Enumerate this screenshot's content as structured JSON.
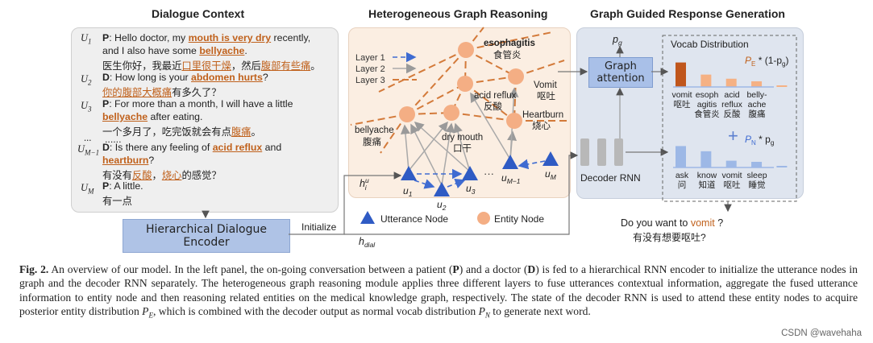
{
  "titles": {
    "dialogue": "Dialogue Context",
    "graph": "Heterogeneous Graph Reasoning",
    "generation": "Graph Guided Response Generation"
  },
  "dialogue": {
    "u1": {
      "label": "U",
      "sub": "1",
      "speaker": "P",
      "l1a": ": Hello doctor, my ",
      "l1e": "mouth is very dry",
      "l1b": " recently,",
      "l2a": "and I also have some ",
      "l2e": "bellyache",
      "l2b": ".",
      "l3a": "医生你好，我最近",
      "l3e1": "口里很干燥",
      "l3b": "，然后",
      "l3e2": "腹部有些痛",
      "l3c": "。"
    },
    "u2": {
      "label": "U",
      "sub": "2",
      "speaker": "D",
      "l1a": ": How long is your ",
      "l1e": "abdomen hurts",
      "l1b": "?",
      "l2e": "你的腹部大概痛",
      "l2b": "有多久了？"
    },
    "u3": {
      "label": "U",
      "sub": "3",
      "speaker": "P",
      "l1a": ": For more than a month, I will have a little",
      "l2e": "bellyache",
      "l2b": " after eating.",
      "l3a": "一个多月了，吃完饭就会有点",
      "l3e": "腹痛",
      "l3b": "。"
    },
    "ellipsis": "...",
    "ellipsis_cn": "......",
    "um1": {
      "label": "U",
      "sub": "M−1",
      "speaker": "D",
      "l1a": ": Is there any feeling of ",
      "l1e": "acid reflux",
      "l1b": " and",
      "l2e": "heartburn",
      "l2b": "?",
      "l3a": "有没有",
      "l3e1": "反酸",
      "l3b": "，",
      "l3e2": "烧心",
      "l3c": "的感觉？"
    },
    "um": {
      "label": "U",
      "sub": "M",
      "speaker": "P",
      "l1a": ": A little.",
      "l2a": "有一点"
    }
  },
  "encoder_label": "Hierarchical Dialogue Encoder",
  "initialize_label": "Initialize",
  "h_dial": {
    "h": "h",
    "sub": "dial"
  },
  "h_i_u": {
    "h": "h",
    "sup": "u",
    "sub": "i"
  },
  "graph": {
    "legend": [
      "Layer 1",
      "Layer 2",
      "Layer 3"
    ],
    "entities": {
      "esophagitis_en": "esophagitis",
      "esophagitis_cn": "食管炎",
      "acid_reflux_en": "acid reflux",
      "acid_reflux_cn": "反酸",
      "vomit_en": "Vomit",
      "vomit_cn": "呕吐",
      "heartburn_en": "Heartburn",
      "heartburn_cn": "烧心",
      "dry_mouth_en": "dry mouth",
      "dry_mouth_cn": "口干",
      "bellyache_en": "bellyache",
      "bellyache_cn": "腹痛"
    },
    "utterance_nodes": {
      "u1": "u",
      "u1_sub": "1",
      "u2": "u",
      "u2_sub": "2",
      "u3": "u",
      "u3_sub": "3",
      "um1": "u",
      "um1_sub": "M−1",
      "um": "u",
      "um_sub": "M",
      "dots": "···"
    },
    "node_legend": {
      "utterance": "Utterance Node",
      "entity": "Entity Node"
    }
  },
  "generation": {
    "pg": {
      "p": "p",
      "sub": "g"
    },
    "attention_label": "Graph attention",
    "decoder_label": "Decoder RNN",
    "vocab_title": "Vocab Distribution",
    "pe_formula": {
      "p": "P",
      "sub": "E",
      "rest": " * (1-p",
      "sub2": "g",
      "end": ")"
    },
    "pn_formula": {
      "p": "P",
      "sub": "N",
      "rest": " * p",
      "sub2": "g"
    },
    "plus": "+",
    "entity_words": [
      {
        "en": "vomit",
        "cn": "呕吐"
      },
      {
        "en": "esoph\nagitis",
        "cn": "食管炎"
      },
      {
        "en": "acid\nreflux",
        "cn": "反酸"
      },
      {
        "en": "belly-\nache",
        "cn": "腹痛"
      }
    ],
    "entity_values": [
      0.95,
      0.48,
      0.32,
      0.22,
      0.05
    ],
    "vocab_words": [
      {
        "en": "ask",
        "cn": "问"
      },
      {
        "en": "know",
        "cn": "知道"
      },
      {
        "en": "vomit",
        "cn": "呕吐"
      },
      {
        "en": "sleep",
        "cn": "睡觉"
      }
    ],
    "vocab_values": [
      0.95,
      0.72,
      0.3,
      0.25,
      0.05
    ],
    "colors": {
      "entity_bar_dark": "#c0561c",
      "entity_bar": "#f5b184",
      "vocab_bar": "#9db8e6",
      "accent": "#c0611c"
    },
    "response_en_a": "Do you want to ",
    "response_en_e": "vomit",
    "response_en_b": " ?",
    "response_cn": "有没有想要呕吐?"
  },
  "caption": {
    "fig": "Fig. 2.",
    "t1": " An overview of our model. In the left panel, the on-going conversation between a patient (",
    "P": "P",
    "t2": ") and a doctor (",
    "D": "D",
    "t3": ") is fed to a hierarchical RNN encoder to initialize the utterance nodes in graph and the decoder RNN separately. The heterogeneous graph reasoning module applies three different layers to fuse utterances contextual information, aggregate the fused utterance information to entity node and then reasoning related entities on the medical knowledge graph, respectively. The state of the decoder RNN is used to attend these entity nodes to acquire posterior entity distribution ",
    "PE": "P",
    "PE_sub": "E",
    "t4": ", which is combined with the decoder output as normal vocab distribution ",
    "PN": "P",
    "PN_sub": "N",
    "t5": " to generate next word."
  },
  "watermark": "CSDN @wavehaha"
}
